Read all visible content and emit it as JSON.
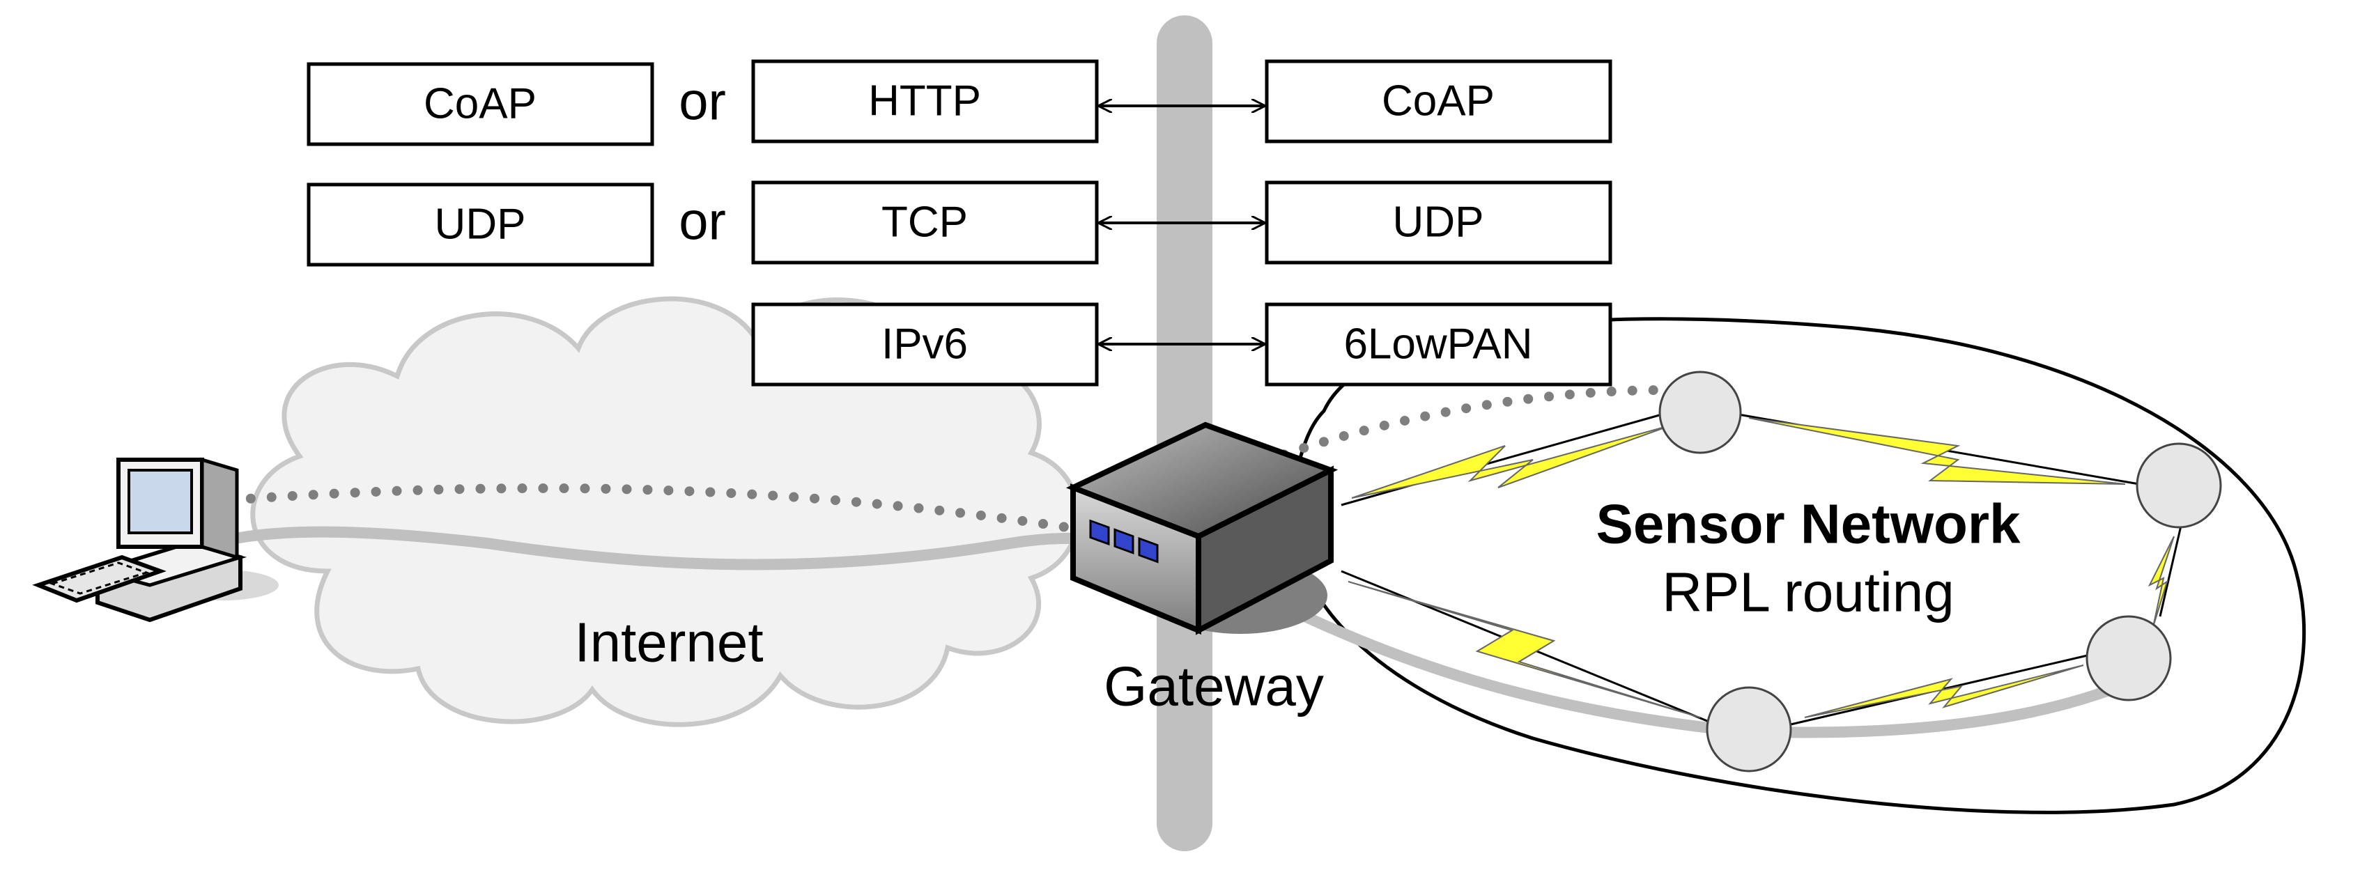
{
  "protocol_stack": {
    "left_alt": {
      "application": "CoAP",
      "transport": "UDP"
    },
    "or_word": "or",
    "left_main": {
      "application": "HTTP",
      "transport": "TCP",
      "network": "IPv6"
    },
    "right": {
      "application": "CoAP",
      "transport": "UDP",
      "network": "6LowPAN"
    }
  },
  "labels": {
    "internet": "Internet",
    "gateway": "Gateway",
    "sensor_network_title": "Sensor Network",
    "sensor_network_subtitle": "RPL routing"
  },
  "icons": {
    "computer": "desktop-computer-icon",
    "gateway": "router-device-icon",
    "wireless": "lightning-bolt-icon"
  },
  "colors": {
    "cloud_fill": "#f2f2f2",
    "cloud_stroke": "#c8c8c8",
    "gateway_bar": "#c0c0c0",
    "node_fill": "#e6e6e6",
    "bolt_fill": "#ffff33",
    "dots": "#7f7f7f",
    "path": "#c0c0c0"
  }
}
